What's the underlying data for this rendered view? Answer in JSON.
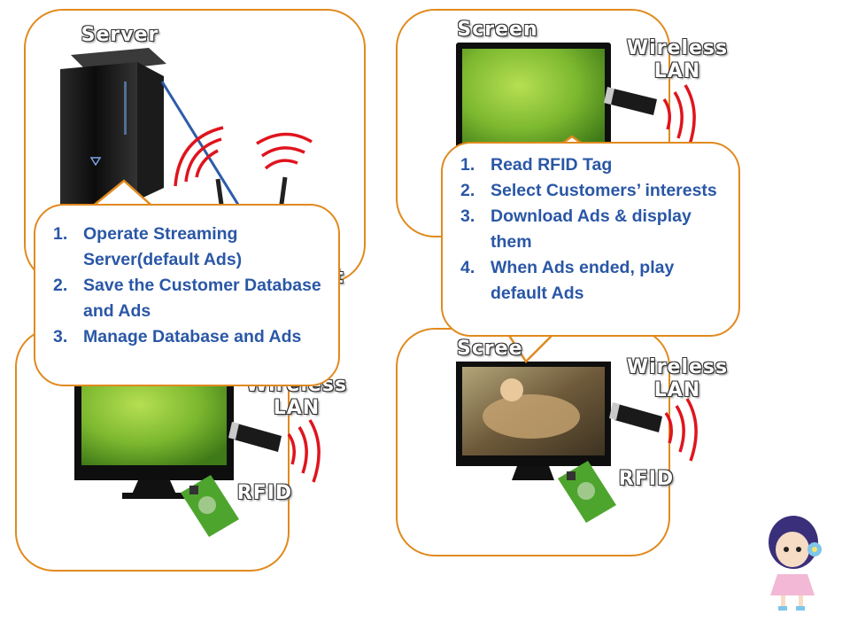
{
  "labels": {
    "server": "Server",
    "screen_top": "Screen",
    "wireless_lan_top": "Wireless\nLAN",
    "ap_fragment": "t",
    "screen_bottom": "Scree",
    "wireless_lan_bottom_right": "Wireless\nLAN",
    "rfid_right": "RFID",
    "wireless_lan_left": "Wireless\nLAN",
    "rfid_left": "RFID"
  },
  "server_bubble": {
    "items": [
      {
        "num": "1.",
        "text": "Operate Streaming Server(default Ads)"
      },
      {
        "num": "2.",
        "text": "Save the Customer Database and Ads"
      },
      {
        "num": "3.",
        "text": "Manage Database and Ads"
      }
    ]
  },
  "client_bubble": {
    "items": [
      {
        "num": "1.",
        "text": "Read RFID Tag"
      },
      {
        "num": "2.",
        "text": "Select Customers’ interests"
      },
      {
        "num": "3.",
        "text": "Download Ads & display them"
      },
      {
        "num": "4.",
        "text": "When Ads ended, play default Ads"
      }
    ]
  },
  "colors": {
    "panel_border": "#e08a1e",
    "bubble_text": "#2a57a6",
    "signal": "#e0141e",
    "screen_green": "#7cb82f"
  }
}
